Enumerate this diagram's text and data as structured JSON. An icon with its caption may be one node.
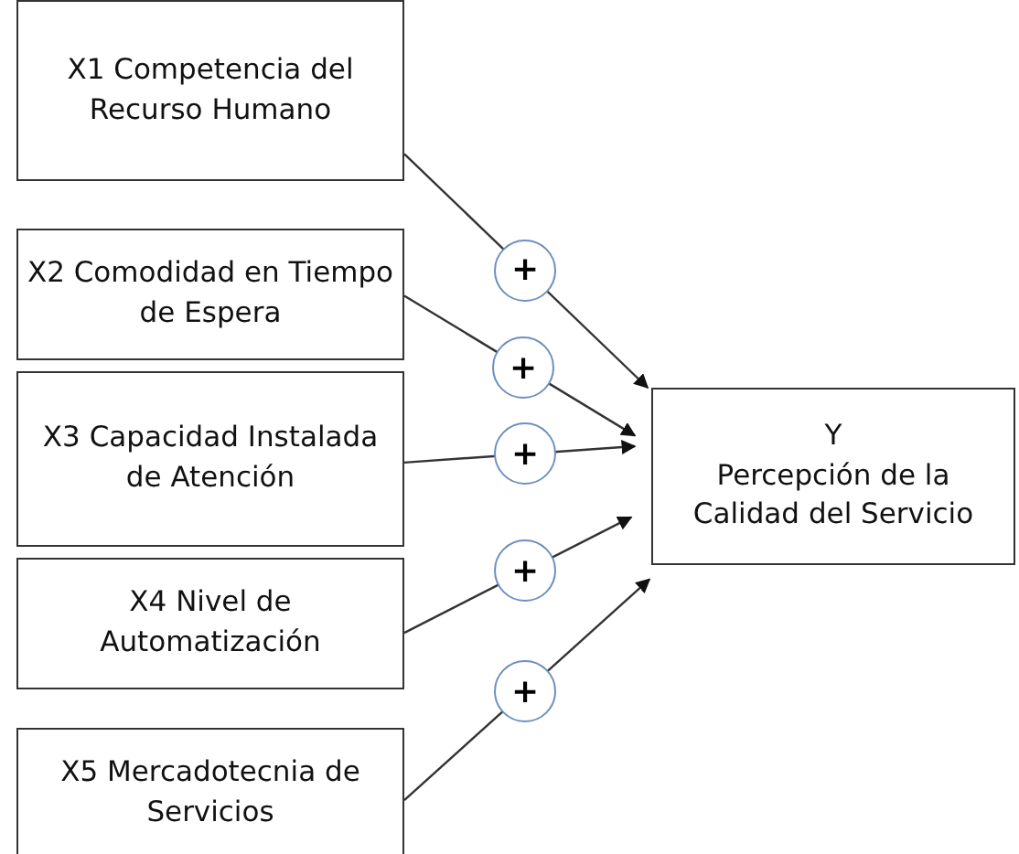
{
  "diagram": {
    "nodes": [
      {
        "text": [
          "X1 Competencia del Recurso Humano"
        ]
      },
      {
        "text": [
          "X2 Comodidad en Tiempo de Espera"
        ]
      },
      {
        "text": [
          "X3 Capacidad Instalada de Atención"
        ]
      },
      {
        "text": [
          "X4 Nivel de Automatización"
        ]
      },
      {
        "text": [
          "X5 Mercadotecnia de Servicios"
        ]
      },
      {
        "text": [
          "Y",
          "Percepción de la Calidad del Servicio"
        ]
      }
    ],
    "edges": [
      {
        "from": 0,
        "to": 5,
        "arrow": "to",
        "label": "+"
      },
      {
        "from": 1,
        "to": 5,
        "arrow": "to",
        "label": "+"
      },
      {
        "from": 2,
        "to": 5,
        "arrow": "to",
        "label": "+"
      },
      {
        "from": 3,
        "to": 5,
        "arrow": "to",
        "label": "+"
      },
      {
        "from": 4,
        "to": 5,
        "arrow": "to",
        "label": "+"
      }
    ]
  }
}
